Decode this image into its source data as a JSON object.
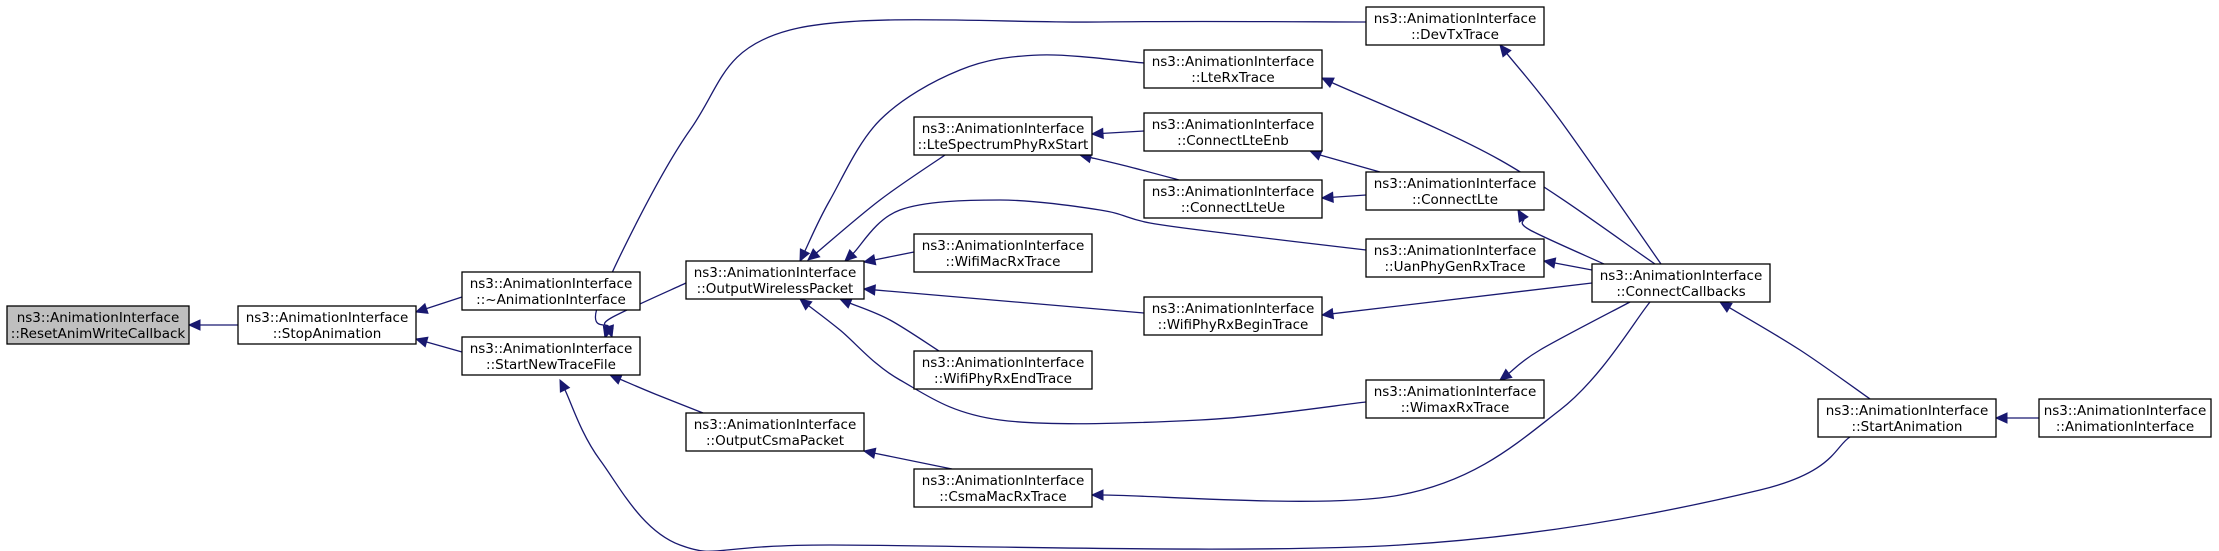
{
  "diagram": {
    "title": "",
    "nodes": [
      {
        "id": "reset",
        "line1": "ns3::AnimationInterface",
        "line2": "::ResetAnimWriteCallback",
        "root": true
      },
      {
        "id": "stop",
        "line1": "ns3::AnimationInterface",
        "line2": "::StopAnimation"
      },
      {
        "id": "dtor",
        "line1": "ns3::AnimationInterface",
        "line2": "::~AnimationInterface"
      },
      {
        "id": "newtrace",
        "line1": "ns3::AnimationInterface",
        "line2": "::StartNewTraceFile"
      },
      {
        "id": "outwireless",
        "line1": "ns3::AnimationInterface",
        "line2": "::OutputWirelessPacket"
      },
      {
        "id": "outcsma",
        "line1": "ns3::AnimationInterface",
        "line2": "::OutputCsmaPacket"
      },
      {
        "id": "ltespec",
        "line1": "ns3::AnimationInterface",
        "line2": "::LteSpectrumPhyRxStart"
      },
      {
        "id": "wifimac",
        "line1": "ns3::AnimationInterface",
        "line2": "::WifiMacRxTrace"
      },
      {
        "id": "wifiend",
        "line1": "ns3::AnimationInterface",
        "line2": "::WifiPhyRxEndTrace"
      },
      {
        "id": "csmamac",
        "line1": "ns3::AnimationInterface",
        "line2": "::CsmaMacRxTrace"
      },
      {
        "id": "ltetrace",
        "line1": "ns3::AnimationInterface",
        "line2": "::LteRxTrace"
      },
      {
        "id": "enb",
        "line1": "ns3::AnimationInterface",
        "line2": "::ConnectLteEnb"
      },
      {
        "id": "ue",
        "line1": "ns3::AnimationInterface",
        "line2": "::ConnectLteUe"
      },
      {
        "id": "wifibegin",
        "line1": "ns3::AnimationInterface",
        "line2": "::WifiPhyRxBeginTrace"
      },
      {
        "id": "devtx",
        "line1": "ns3::AnimationInterface",
        "line2": "::DevTxTrace"
      },
      {
        "id": "connlte",
        "line1": "ns3::AnimationInterface",
        "line2": "::ConnectLte"
      },
      {
        "id": "uan",
        "line1": "ns3::AnimationInterface",
        "line2": "::UanPhyGenRxTrace"
      },
      {
        "id": "wimax",
        "line1": "ns3::AnimationInterface",
        "line2": "::WimaxRxTrace"
      },
      {
        "id": "connectcb",
        "line1": "ns3::AnimationInterface",
        "line2": "::ConnectCallbacks"
      },
      {
        "id": "startanim",
        "line1": "ns3::AnimationInterface",
        "line2": "::StartAnimation"
      },
      {
        "id": "ctor",
        "line1": "ns3::AnimationInterface",
        "line2": "::AnimationInterface"
      }
    ],
    "edges": [
      {
        "from": "stop",
        "to": "reset"
      },
      {
        "from": "dtor",
        "to": "stop"
      },
      {
        "from": "newtrace",
        "to": "stop"
      },
      {
        "from": "outwireless",
        "to": "newtrace"
      },
      {
        "from": "outcsma",
        "to": "newtrace"
      },
      {
        "from": "devtx",
        "to": "newtrace"
      },
      {
        "from": "startanim",
        "to": "newtrace"
      },
      {
        "from": "ltespec",
        "to": "outwireless"
      },
      {
        "from": "wifimac",
        "to": "outwireless"
      },
      {
        "from": "wifiend",
        "to": "outwireless"
      },
      {
        "from": "ltetrace",
        "to": "outwireless"
      },
      {
        "from": "uan",
        "to": "outwireless"
      },
      {
        "from": "wifibegin",
        "to": "outwireless"
      },
      {
        "from": "wimax",
        "to": "outwireless"
      },
      {
        "from": "csmamac",
        "to": "outcsma"
      },
      {
        "from": "enb",
        "to": "ltespec"
      },
      {
        "from": "ue",
        "to": "ltespec"
      },
      {
        "from": "connlte",
        "to": "enb"
      },
      {
        "from": "connlte",
        "to": "ue"
      },
      {
        "from": "connectcb",
        "to": "ltetrace"
      },
      {
        "from": "connectcb",
        "to": "devtx"
      },
      {
        "from": "connectcb",
        "to": "connlte"
      },
      {
        "from": "connectcb",
        "to": "uan"
      },
      {
        "from": "connectcb",
        "to": "wifibegin"
      },
      {
        "from": "connectcb",
        "to": "wimax"
      },
      {
        "from": "connectcb",
        "to": "csmamac"
      },
      {
        "from": "startanim",
        "to": "connectcb"
      },
      {
        "from": "ctor",
        "to": "startanim"
      }
    ]
  }
}
